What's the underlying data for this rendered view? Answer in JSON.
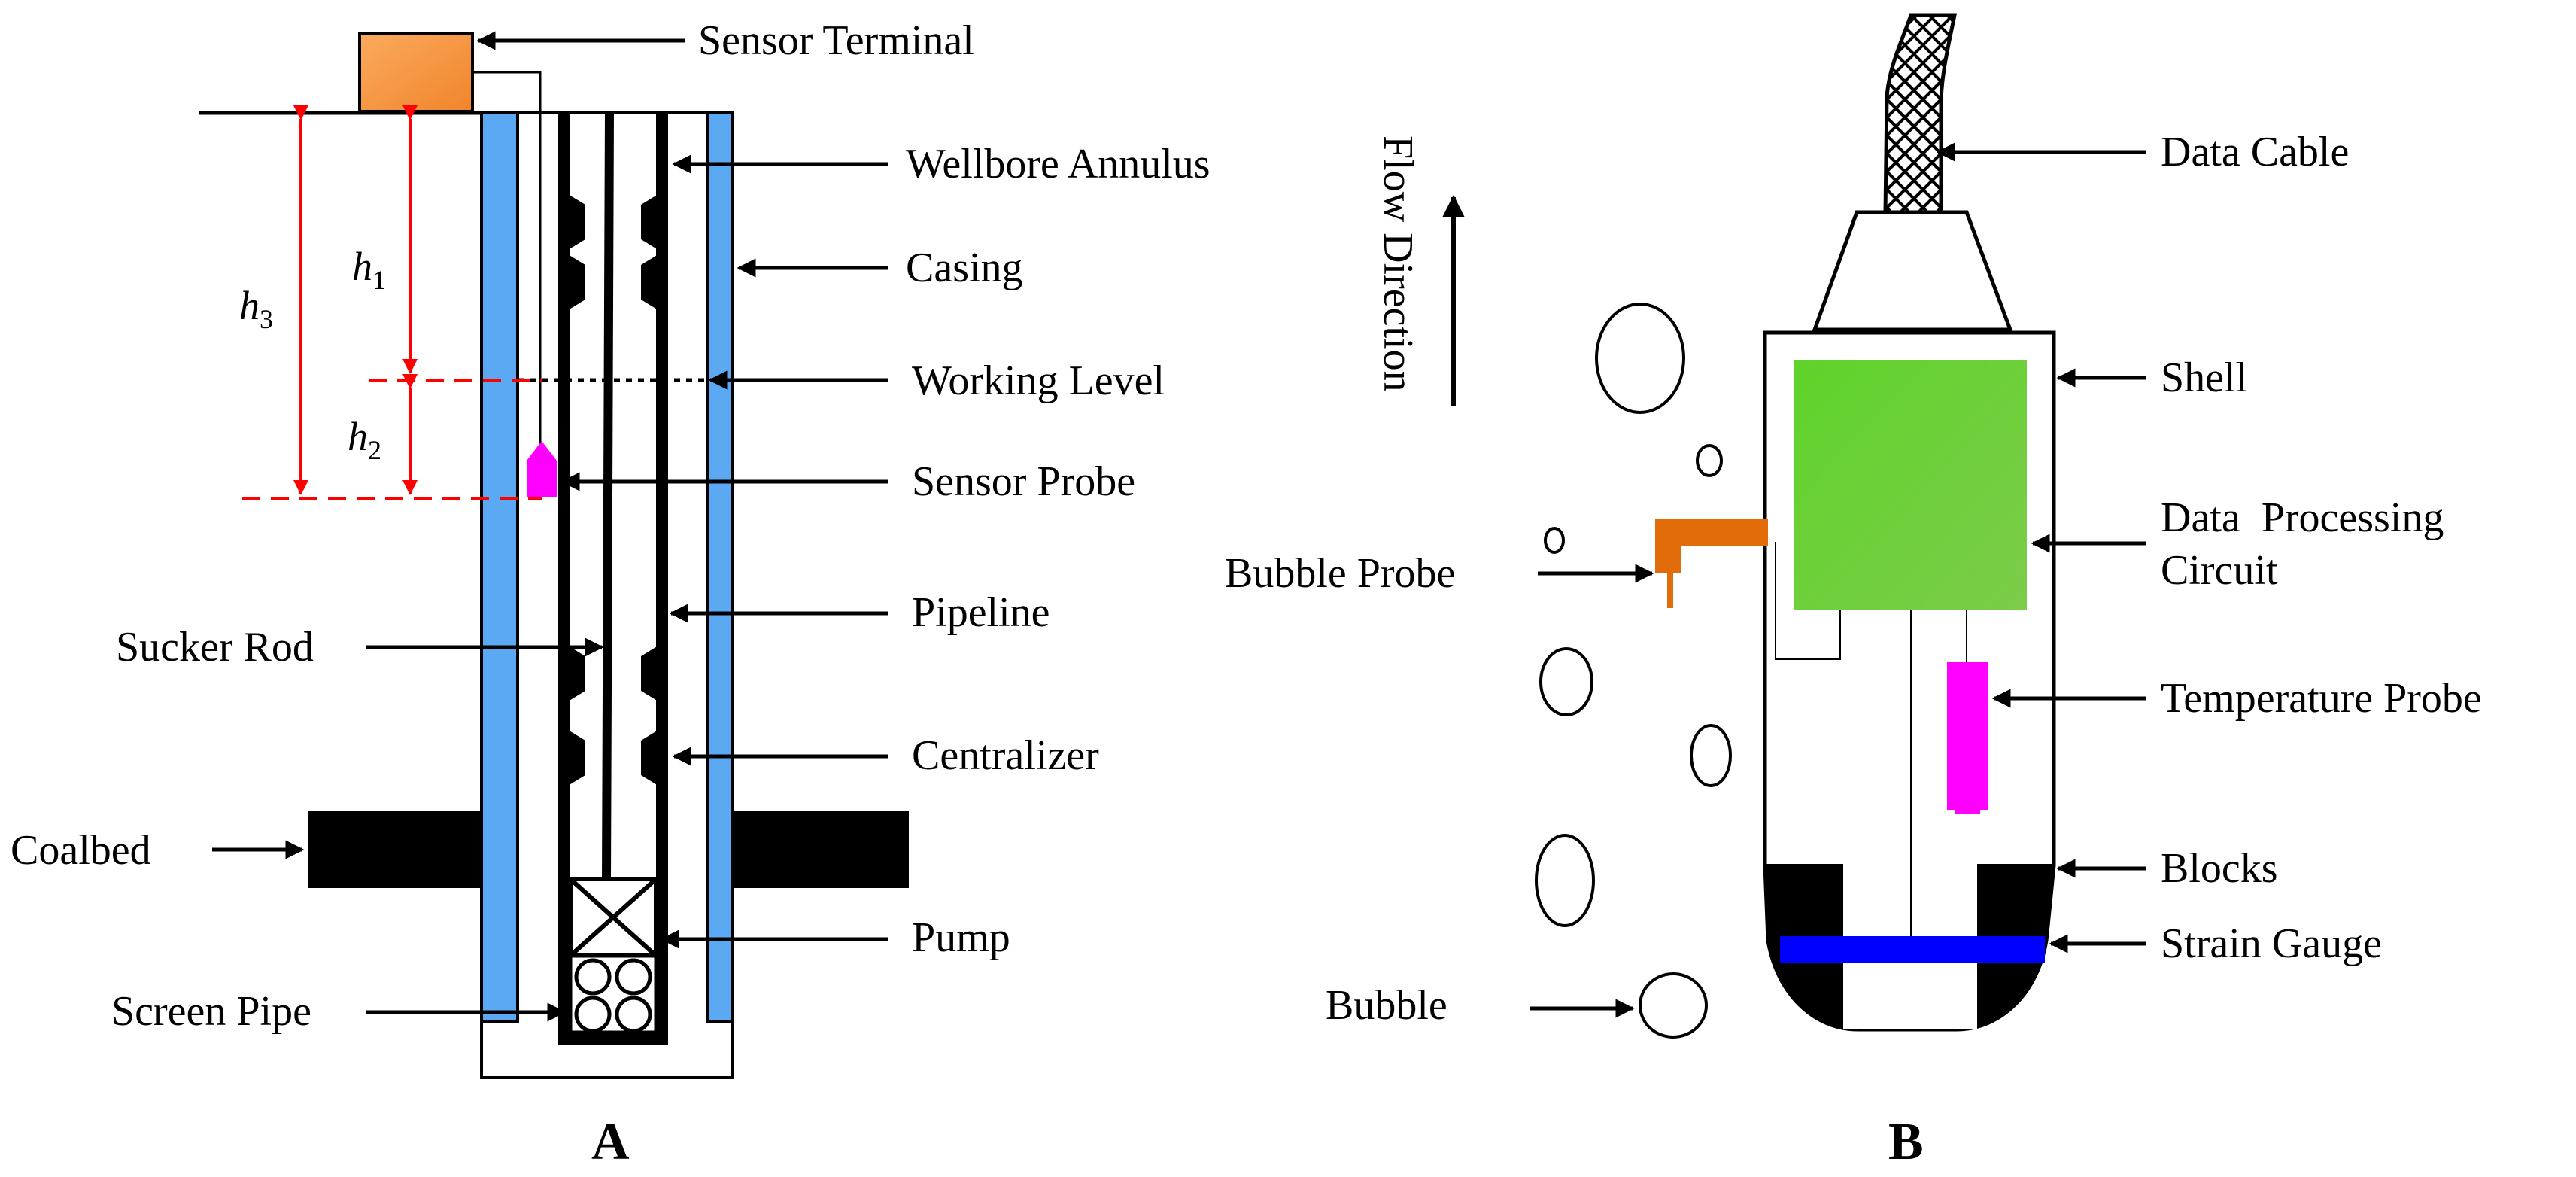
{
  "panel_a": {
    "panel_label": "A",
    "labels": {
      "sensor_terminal": "Sensor Terminal",
      "wellbore_annulus": "Wellbore Annulus",
      "casing": "Casing",
      "working_level": "Working Level",
      "sensor_probe": "Sensor Probe",
      "pipeline": "Pipeline",
      "sucker_rod": "Sucker Rod",
      "centralizer": "Centralizer",
      "coalbed": "Coalbed",
      "pump": "Pump",
      "screen_pipe": "Screen Pipe"
    },
    "heights": {
      "h1": {
        "var": "h",
        "sub": "1"
      },
      "h2": {
        "var": "h",
        "sub": "2"
      },
      "h3": {
        "var": "h",
        "sub": "3"
      }
    }
  },
  "panel_b": {
    "panel_label": "B",
    "flow_direction": "Flow Direction",
    "labels": {
      "data_cable": "Data Cable",
      "shell": "Shell",
      "data_processing_line1": "Data  Processing",
      "data_processing_line2": "Circuit",
      "bubble_probe": "Bubble Probe",
      "temperature_probe": "Temperature Probe",
      "blocks": "Blocks",
      "strain_gauge": "Strain Gauge",
      "bubble": "Bubble"
    }
  },
  "colors": {
    "casing_blue": "#5aa9f2",
    "sensor_terminal_orange": "#f79646",
    "measure_red": "#ff0000",
    "probe_magenta": "#ff00ff",
    "circuit_green": "#66cc33",
    "bubble_probe_orange": "#e36c0a",
    "strain_gauge_blue": "#0000ff",
    "black": "#000000"
  }
}
